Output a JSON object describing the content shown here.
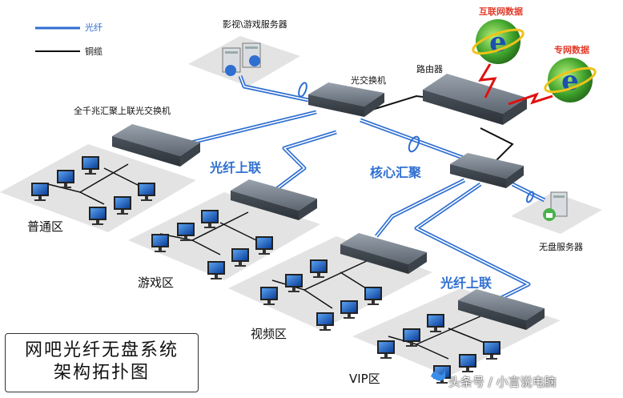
{
  "legend": {
    "fiber_label": "光纤",
    "copper_label": "铜缆",
    "fiber_color": "#2f6fd1",
    "copper_color": "#111111"
  },
  "nodes": {
    "media_game_server": "影视\\游戏服务器",
    "optical_switch": "光交换机",
    "router": "路由器",
    "internet_data": "互联网数据",
    "private_network_data": "专网数据",
    "gigabit_aggregation_switch": "全千兆汇聚上联光交换机",
    "diskless_server": "无盘服务器"
  },
  "link_labels": {
    "fiber_uplink_1": "光纤上联",
    "core_aggregation": "核心汇聚",
    "fiber_uplink_2": "光纤上联"
  },
  "zones": {
    "normal": "普通区",
    "gaming": "游戏区",
    "video": "视频区",
    "vip": "VIP区"
  },
  "title": {
    "line1": "网吧光纤无盘系统",
    "line2": "架构拓扑图"
  },
  "watermark": "头条号 / 小言说电脑",
  "colors": {
    "internet_label": "#e23b2a",
    "fiber_text": "#2f6fd1",
    "switch_body": "#6b7280",
    "zone_platform": "#e4e4e4",
    "monitor_screen": "#1e66c8"
  }
}
